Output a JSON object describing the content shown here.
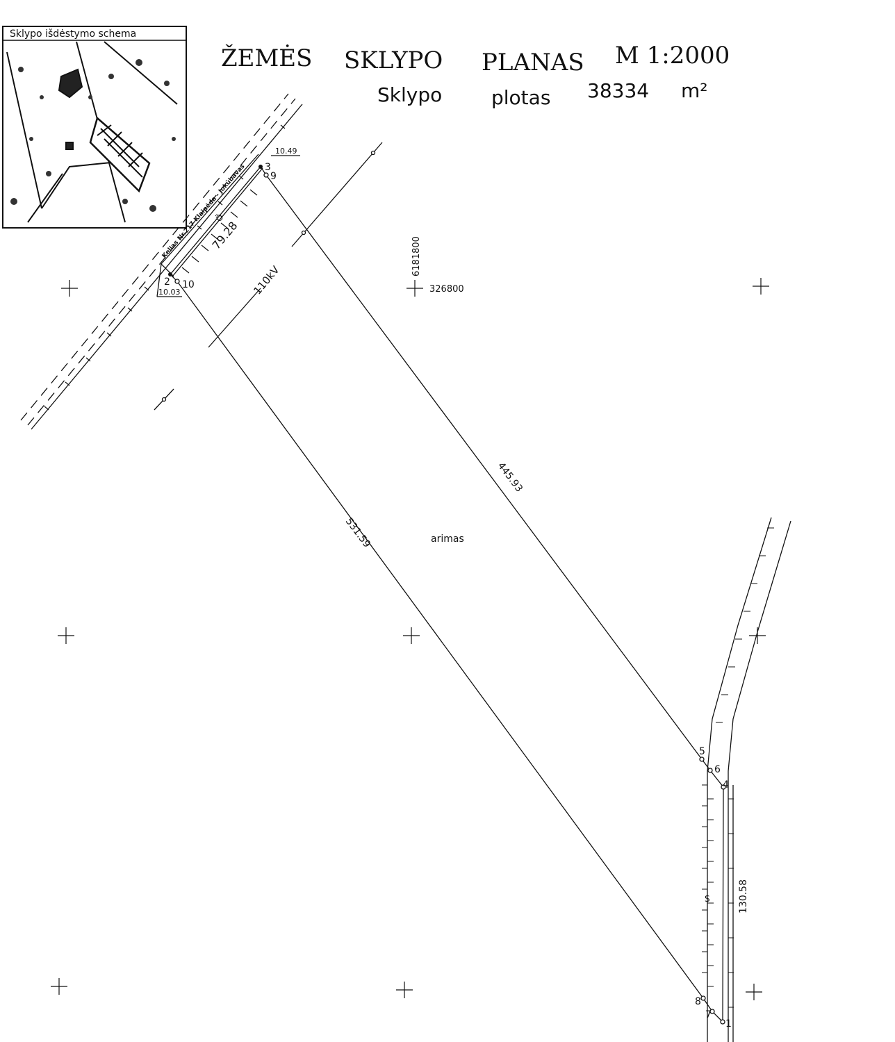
{
  "header": {
    "title_words": [
      "ŽEMĖS",
      "SKLYPO",
      "PLANAS"
    ],
    "scale": "M 1:2000",
    "area_label_words": [
      "Sklypo",
      "plotas"
    ],
    "area_value": "38334",
    "area_unit": "m²"
  },
  "inset": {
    "title": "Sklypo išdėstymo schema"
  },
  "road": {
    "label": "Kelias Nr.217 Klaipėda - Jokūbavas",
    "width_top": "10.49",
    "width_bottom": "10.03",
    "zone_mark": "Ö"
  },
  "powerline": {
    "label": "110kV"
  },
  "dimensions": {
    "side_2_3": "79.28",
    "side_9_5": "445.93",
    "side_10_8": "531.59",
    "side_4_1": "130.58"
  },
  "land_use": "arimas",
  "grid": {
    "northing": "6181800",
    "easting": "326800"
  },
  "points": [
    "1",
    "2",
    "3",
    "4",
    "5",
    "6",
    "7",
    "8",
    "9",
    "10"
  ],
  "ditch_mark": "S"
}
